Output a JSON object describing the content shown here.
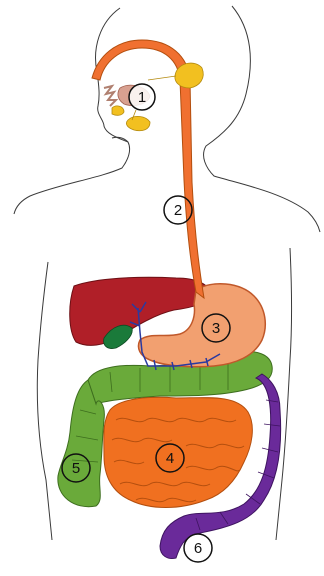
{
  "labels": [
    {
      "id": "label-1",
      "text": "1"
    },
    {
      "id": "label-2",
      "text": "2"
    },
    {
      "id": "label-3",
      "text": "3"
    },
    {
      "id": "label-4",
      "text": "4"
    },
    {
      "id": "label-5",
      "text": "5"
    },
    {
      "id": "label-6",
      "text": "6"
    }
  ],
  "colors": {
    "outline": "#3a3a3a",
    "esophagus": "#f07030",
    "liver": "#b01f28",
    "stomach": "#f2a070",
    "small_intestine": "#f07020",
    "large_intestine": "#6aaa3a",
    "rectum": "#6a2a9a",
    "salivary_glands": "#f2c020",
    "gallbladder": "#1a7a3a",
    "pancreas_ducts": "#2a3aa0"
  }
}
